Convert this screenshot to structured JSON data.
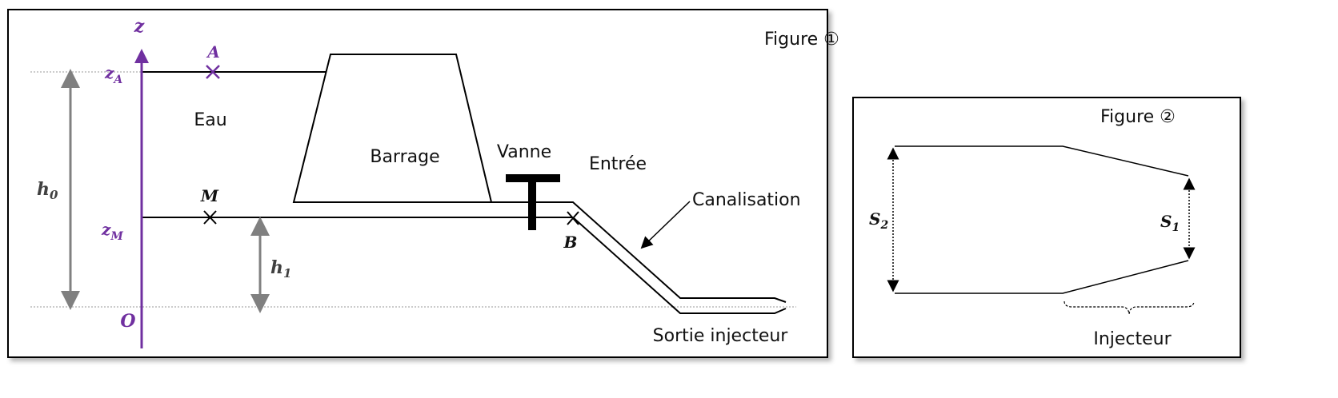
{
  "figure1": {
    "title": "Figure ①",
    "labels": {
      "z": "z",
      "origin": "O",
      "z_a": "z",
      "z_a_sub": "A",
      "z_m": "z",
      "z_m_sub": "M",
      "point_a": "A",
      "point_m": "M",
      "point_b": "B",
      "h0": "h",
      "h0_sub": "0",
      "h1": "h",
      "h1_sub": "1",
      "water": "Eau",
      "dam": "Barrage",
      "valve": "Vanne",
      "inlet": "Entrée",
      "pipe": "Canalisation",
      "outlet": "Sortie injecteur"
    }
  },
  "figure2": {
    "title": "Figure ②",
    "labels": {
      "s2": "S",
      "s2_sub": "2",
      "s1": "S",
      "s1_sub": "1",
      "injector": "Injecteur"
    }
  },
  "colors": {
    "axis": "#7030a0",
    "dimension": "#808080",
    "line": "#000000"
  }
}
